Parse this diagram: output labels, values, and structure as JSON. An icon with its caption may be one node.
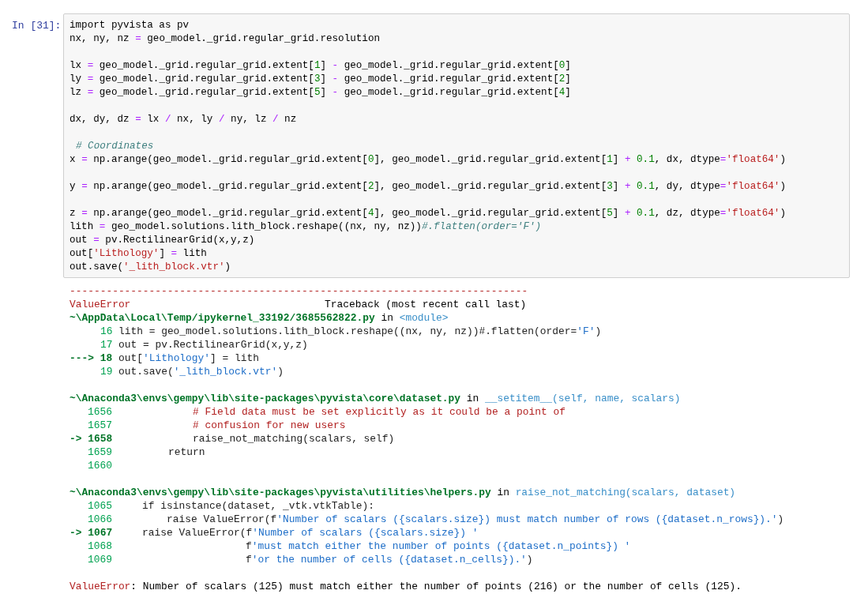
{
  "diagram": {
    "labels": [
      "In [31]:",
      "import pyvista as pv",
      "nx, ny, nz = geo_model._grid.regular_grid.resolution",
      "lx = geo_model._grid.regular_grid.extent[1] - geo_model._grid.regular_grid.extent[0]",
      "ly = geo_model._grid.regular_grid.extent[3] - geo_model._grid.regular_grid.extent[2]",
      "lz = geo_model._grid.regular_grid.extent[5] - geo_model._grid.regular_grid.extent[4]",
      "dx, dy, dz = lx / nx, ly / ny, lz / nz",
      "# Coordinates",
      "x = np.arange(geo_model._grid.regular_grid.extent[0], geo_model._grid.regular_grid.extent[1] + 0.1, dx, dtype='float64')",
      "y = np.arange(geo_model._grid.regular_grid.extent[2], geo_model._grid.regular_grid.extent[3] + 0.1, dy, dtype='float64')",
      "z = np.arange(geo_model._grid.regular_grid.extent[4], geo_model._grid.regular_grid.extent[5] + 0.1, dz, dtype='float64')",
      "lith = geo_model.solutions.lith_block.reshape((nx, ny, nz))#.flatten(order='F')",
      "out = pv.RectilinearGrid(x,y,z)",
      "out['Lithology'] = lith",
      "out.save('_lith_block.vtr')",
      "---------------------------------------------------------------------------",
      "ValueError",
      "Traceback (most recent call last)",
      "~\\AppData\\Local\\Temp/ipykernel_33192/3685562822.py",
      "in",
      "<module>",
      "16",
      "lith = geo_model.solutions.lith_block.reshape((nx, ny, nz))#.flatten(order='F')",
      "17",
      "out = pv.RectilinearGrid(x,y,z)",
      "---> 18",
      "out['Lithology'] = lith",
      "19",
      "out.save('_lith_block.vtr')",
      "~\\Anaconda3\\envs\\gempy\\lib\\site-packages\\pyvista\\core\\dataset.py",
      "in",
      "__setitem__(self, name, scalars)",
      "1656",
      "# Field data must be set explicitly as it could be a point of",
      "1657",
      "# confusion for new users",
      "-> 1658",
      "raise_not_matching(scalars, self)",
      "1659",
      "return",
      "1660",
      "~\\Anaconda3\\envs\\gempy\\lib\\site-packages\\pyvista\\utilities\\helpers.py",
      "in",
      "raise_not_matching(scalars, dataset)",
      "1065",
      "if isinstance(dataset, _vtk.vtkTable):",
      "1066",
      "raise ValueError(f'Number of scalars ({scalars.size}) must match number of rows ({dataset.n_rows}).')",
      "-> 1067",
      "raise ValueError(f'Number of scalars ({scalars.size}) '",
      "1068",
      "f'must match either the number of points ({dataset.n_points}) '",
      "1069",
      "f'or the number of cells ({dataset.n_cells}).')",
      "ValueError: Number of scalars (125) must match either the number of points (216) or the number of cells (125)."
    ]
  }
}
